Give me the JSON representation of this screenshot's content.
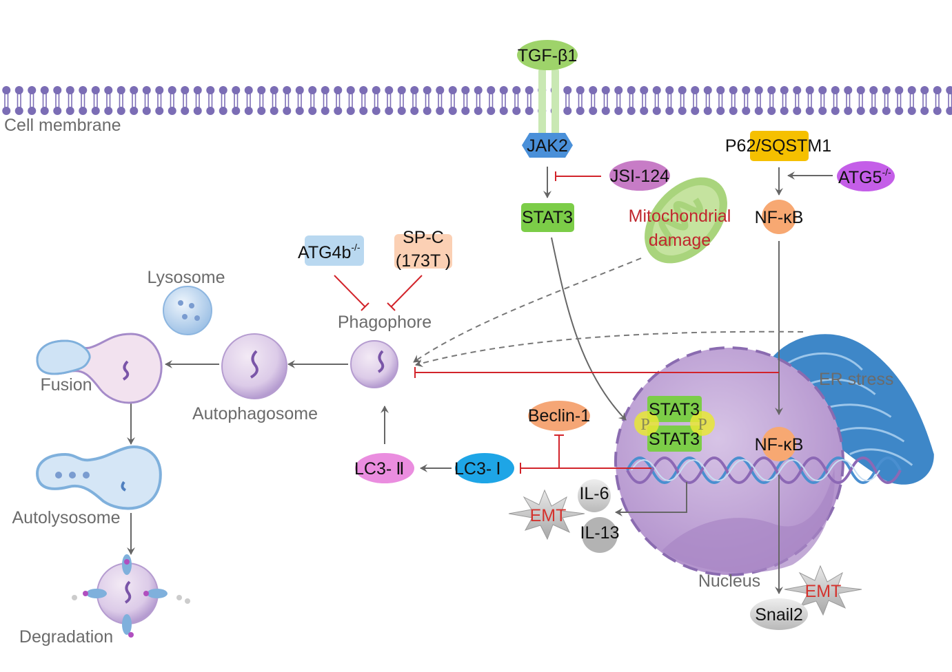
{
  "title": "TGF-β1/JAK2/STAT3 and P62/NF-κB signaling in autophagy and EMT",
  "compartments": {
    "cell_membrane": "Cell membrane",
    "nucleus": "Nucleus",
    "er_stress": "ER stress",
    "mitochondrial_damage_line1": "Mitochondrial",
    "mitochondrial_damage_line2": "damage"
  },
  "nodes": {
    "tgf": "TGF-β1",
    "jak2": "JAK2",
    "jsi": "JSI-124",
    "stat3": "STAT3",
    "p62": "P62/SQSTM1",
    "atg5": "ATG5",
    "atg5_sup": "-/-",
    "nfkb": "NF-κB",
    "nfkb_nuclear": "NF-κB",
    "atg4b": "ATG4b",
    "atg4b_sup": "-/-",
    "spc_line1": "SP-C",
    "spc_line2": "(173T )",
    "stat3_dimer_top": "STAT3",
    "stat3_dimer_bottom": "STAT3",
    "phospho_left": "P",
    "phospho_right": "P",
    "beclin": "Beclin-1",
    "lc3_1_prefix": "LC3-",
    "lc3_1_roman": "Ⅰ",
    "lc3_2_prefix": "LC3-",
    "lc3_2_roman": "Ⅱ",
    "il6": "IL-6",
    "il13": "IL-13",
    "emt_left": "EMT",
    "emt_right": "EMT",
    "snail2": "Snail2"
  },
  "autophagy_stages": {
    "lysosome": "Lysosome",
    "phagophore": "Phagophore",
    "autophagosome": "Autophagosome",
    "fusion": "Fusion",
    "autolysosome": "Autolysosome",
    "degradation": "Degradation"
  },
  "colors": {
    "membrane": "#7b6db5",
    "tgf": "#9ed36a",
    "jak2": "#4a90d9",
    "jsi": "#c77cc6",
    "stat3": "#7ccd48",
    "p62": "#f5c000",
    "atg5": "#c45ee8",
    "nfkb": "#f7a872",
    "atg4b": "#b9d8f0",
    "spc": "#fbd0b4",
    "beclin": "#f5a676",
    "lc3_1": "#1ea5e6",
    "lc3_2": "#ea8ddf",
    "phospho": "#e8e636",
    "nucleus": "#c3a8d6",
    "er": "#3e87c8",
    "mito": "#a9d47c",
    "inhibit": "#d2232a",
    "arrow": "#666666",
    "emt_text": "#d4322d"
  }
}
